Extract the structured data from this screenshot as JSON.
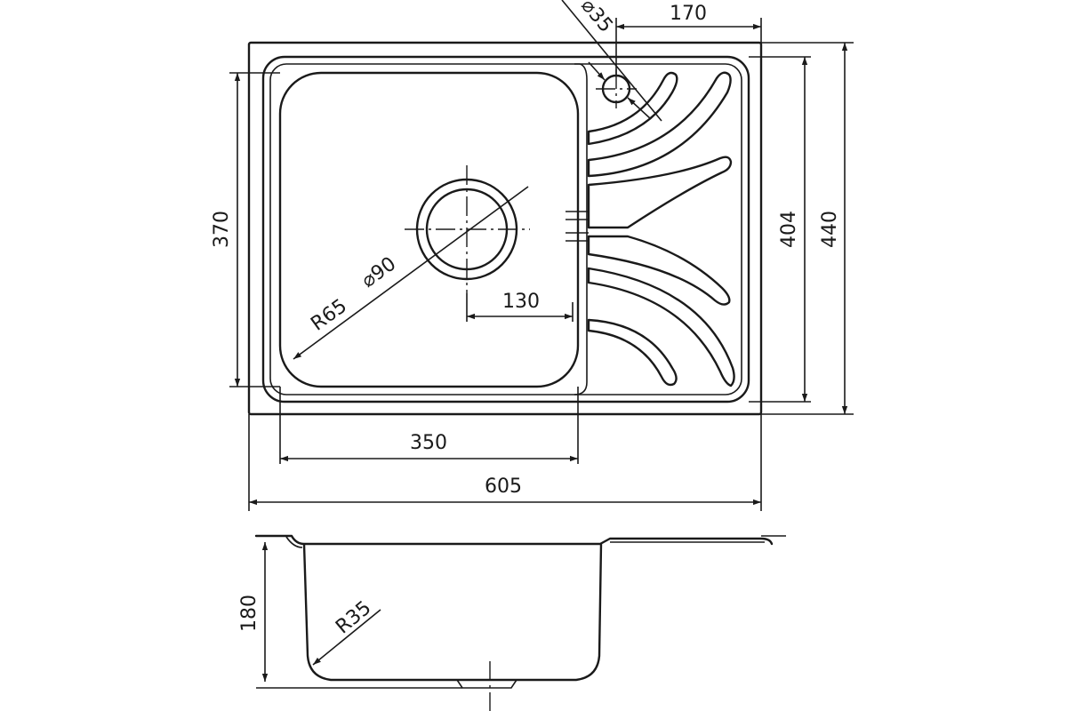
{
  "drawing": {
    "subject": "Kitchen sink with drainboard",
    "views": [
      "top view",
      "section view"
    ]
  },
  "dimensions": {
    "overall_width": "605",
    "overall_depth": "440",
    "inner_depth": "404",
    "bowl_width": "350",
    "bowl_depth": "370",
    "drain_offset": "130",
    "drain_diameter": "⌀90",
    "bowl_radius": "R65",
    "tap_hole_diameter": "⌀35",
    "tap_hole_offset": "170",
    "bowl_height": "180",
    "bottom_radius": "R35"
  },
  "colors": {
    "line": "#1a1a1a",
    "background": "#ffffff"
  }
}
